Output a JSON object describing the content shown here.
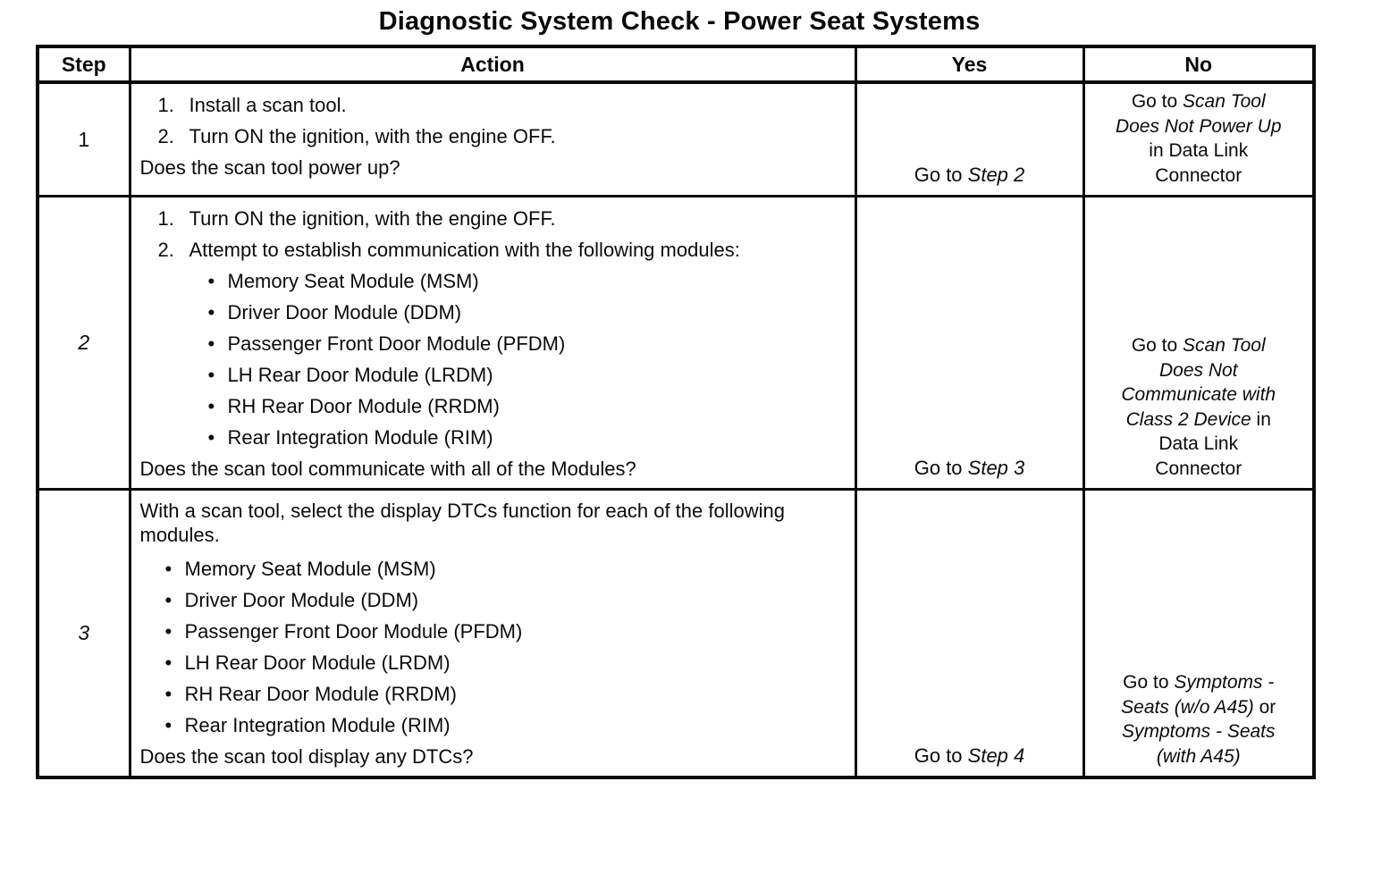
{
  "title": "Diagnostic System Check - Power Seat Systems",
  "table": {
    "headers": {
      "step": "Step",
      "action": "Action",
      "yes": "Yes",
      "no": "No"
    },
    "rows": [
      {
        "step": "1",
        "action": [
          {
            "type": "num",
            "n": "1.",
            "text": "Install a scan tool."
          },
          {
            "type": "num",
            "n": "2.",
            "text": "Turn ON the ignition, with the engine OFF."
          },
          {
            "type": "question",
            "text": "Does the scan tool power up?"
          }
        ],
        "yes": [
          {
            "t": "Go to "
          },
          {
            "t": "Step 2",
            "i": true
          }
        ],
        "no": [
          {
            "t": "Go to "
          },
          {
            "t": "Scan Tool",
            "i": true,
            "br": true
          },
          {
            "t": "Does Not Power Up",
            "i": true,
            "br": true
          },
          {
            "t": "in Data Link",
            "br": true
          },
          {
            "t": "Connector"
          }
        ]
      },
      {
        "step": "2",
        "action": [
          {
            "type": "num",
            "n": "1.",
            "text": "Turn ON the ignition, with the engine OFF."
          },
          {
            "type": "num",
            "n": "2.",
            "text": "Attempt to establish communication with the following modules:"
          },
          {
            "type": "bullet2",
            "text": "Memory Seat Module (MSM)"
          },
          {
            "type": "bullet2",
            "text": "Driver Door Module (DDM)"
          },
          {
            "type": "bullet2",
            "text": "Passenger Front Door Module (PFDM)"
          },
          {
            "type": "bullet2",
            "text": "LH Rear Door Module (LRDM)"
          },
          {
            "type": "bullet2",
            "text": "RH Rear Door Module (RRDM)"
          },
          {
            "type": "bullet2",
            "text": "Rear Integration Module (RIM)"
          },
          {
            "type": "question",
            "text": "Does the scan tool communicate with all of the Modules?"
          }
        ],
        "yes": [
          {
            "t": "Go to "
          },
          {
            "t": "Step 3",
            "i": true
          }
        ],
        "no": [
          {
            "t": "Go to "
          },
          {
            "t": "Scan Tool",
            "i": true,
            "br": true
          },
          {
            "t": "Does Not",
            "i": true,
            "br": true
          },
          {
            "t": "Communicate with",
            "i": true,
            "br": true
          },
          {
            "t": "Class 2 Device",
            "i": true
          },
          {
            "t": " in",
            "br": true
          },
          {
            "t": "Data Link",
            "br": true
          },
          {
            "t": "Connector"
          }
        ]
      },
      {
        "step": "3",
        "action": [
          {
            "type": "para",
            "text": "With a scan tool, select the display DTCs function for each of the following modules."
          },
          {
            "type": "bullet1",
            "text": "Memory Seat Module (MSM)"
          },
          {
            "type": "bullet1",
            "text": "Driver Door Module (DDM)"
          },
          {
            "type": "bullet1",
            "text": "Passenger Front Door Module (PFDM)"
          },
          {
            "type": "bullet1",
            "text": "LH Rear Door Module (LRDM)"
          },
          {
            "type": "bullet1",
            "text": "RH Rear Door Module (RRDM)"
          },
          {
            "type": "bullet1",
            "text": "Rear Integration Module (RIM)"
          },
          {
            "type": "question",
            "text": "Does the scan tool display any DTCs?"
          }
        ],
        "yes": [
          {
            "t": "Go to "
          },
          {
            "t": "Step 4",
            "i": true
          }
        ],
        "no": [
          {
            "t": "Go to "
          },
          {
            "t": "Symptoms -",
            "i": true,
            "br": true
          },
          {
            "t": "Seats (w/o A45)",
            "i": true
          },
          {
            "t": " or",
            "br": true
          },
          {
            "t": "Symptoms - Seats",
            "i": true,
            "br": true
          },
          {
            "t": "(with A45)",
            "i": true
          }
        ]
      }
    ]
  },
  "bullet_glyph": "•"
}
